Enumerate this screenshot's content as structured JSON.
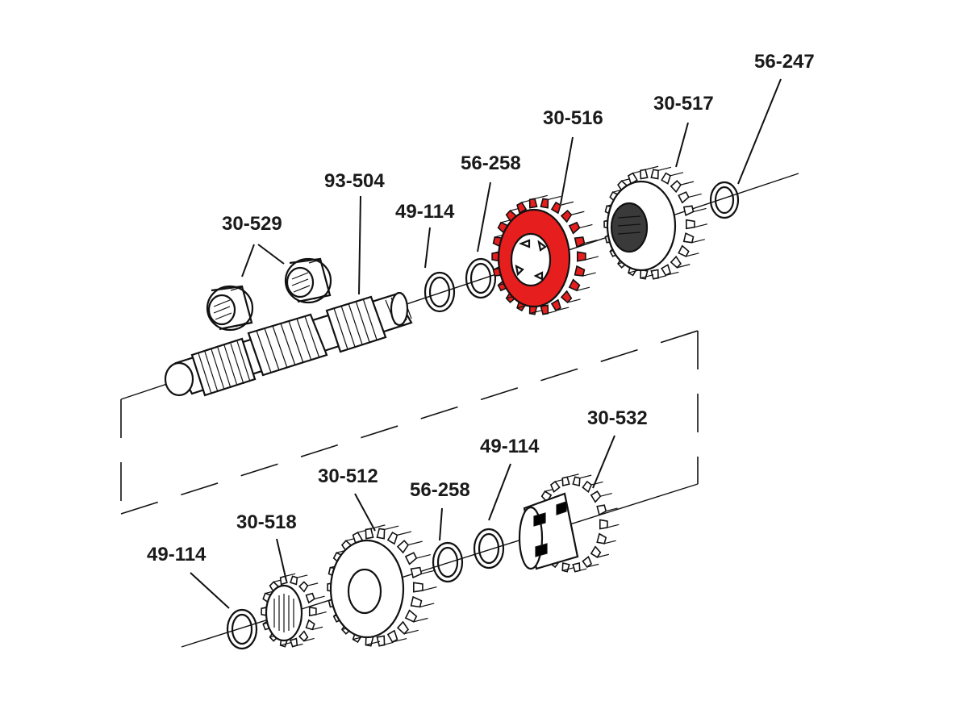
{
  "colors": {
    "ink": "#111111",
    "background": "#ffffff",
    "highlight": "#e61e1e"
  },
  "callouts": {
    "bearing_pair": "30-529",
    "mainshaft": "93-504",
    "snap_ring_upper": "49-114",
    "thrust_washer_upper": "56-258",
    "highlighted_gear": "30-516",
    "large_gear_upper": "30-517",
    "end_washer": "56-247",
    "sliding_gear_lower": "30-532",
    "snap_ring_lower_right": "49-114",
    "thrust_washer_lower": "56-258",
    "large_gear_lower": "30-512",
    "small_gear_lower": "30-518",
    "snap_ring_lower_left": "49-114"
  },
  "highlighted_part": "30-516"
}
